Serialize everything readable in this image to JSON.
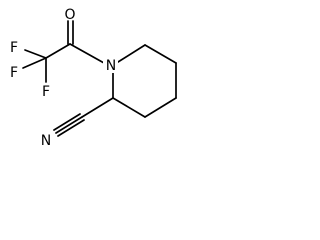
{
  "molecule": {
    "atoms": {
      "oxygen": "O",
      "nitrogen_ring": "N",
      "nitrogen_nitrile": "N",
      "fluorine_1": "F",
      "fluorine_2": "F",
      "fluorine_3": "F"
    }
  }
}
